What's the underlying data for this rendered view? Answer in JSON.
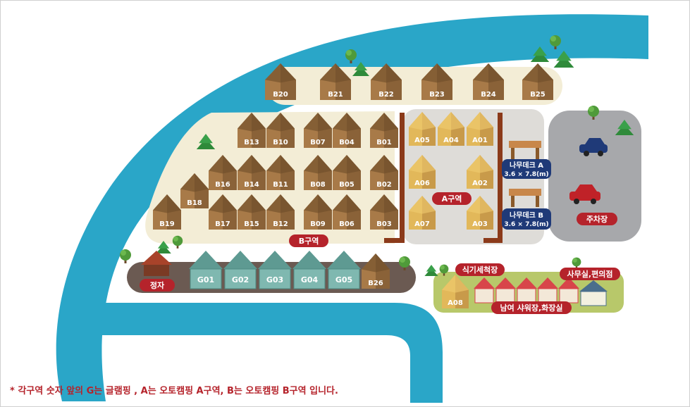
{
  "zones": {
    "b_row_top": [
      "B20",
      "B21",
      "B22",
      "B23",
      "B24",
      "B25"
    ],
    "b_grid": [
      "B13",
      "B10",
      "B07",
      "B04",
      "B01",
      "B16",
      "B14",
      "B11",
      "B08",
      "B05",
      "B02",
      "B18",
      "B19",
      "B17",
      "B15",
      "B12",
      "B09",
      "B06",
      "B03",
      "B26"
    ],
    "a_zone": [
      "A05",
      "A04",
      "A01",
      "A06",
      "A02",
      "A07",
      "A03",
      "A08"
    ],
    "glamping": [
      "G01",
      "G02",
      "G03",
      "G04",
      "G05"
    ]
  },
  "labels": {
    "zone_b": "B구역",
    "zone_a": "A구역",
    "pavilion": "정자",
    "parking": "주차장",
    "kitchen": "식기세척장",
    "shower": "남여 샤워장,화장실",
    "office": "사무실,편의점",
    "deck_a_title": "나무데크 A",
    "deck_a_size": "3.6 × 7.8(m)",
    "deck_b_title": "나무데크 B",
    "deck_b_size": "3.6 × 7.8(m)"
  },
  "footnote": "* 각구역 숫자 앞의 G는 글램핑 , A는 오토캠핑 A구역, B는 오토캠핑 B구역 입니다.",
  "colors": {
    "river": "#2aa6c8",
    "tent": "#8a6238",
    "tent_light": "#c89a4a",
    "label_red": "#b5232b",
    "deck_label": "#1f3a78",
    "parking_lot": "#a7a8ab",
    "zone_a_bg": "#dedcd8",
    "zone_b_bg": "#f3edd6",
    "glamping": "#7fb8b0"
  }
}
